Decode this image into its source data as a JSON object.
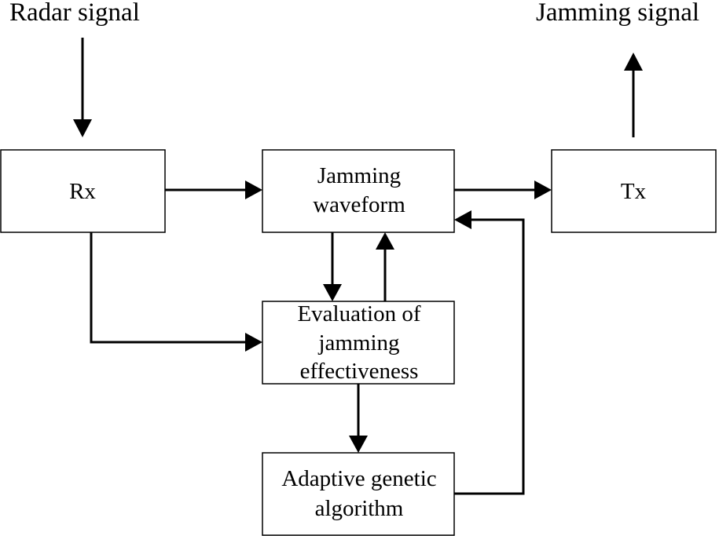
{
  "captions": {
    "input": "Radar signal",
    "output": "Jamming signal"
  },
  "nodes": {
    "rx": {
      "lines": [
        "Rx"
      ]
    },
    "jamming_waveform": {
      "lines": [
        "Jamming",
        "waveform"
      ]
    },
    "tx": {
      "lines": [
        "Tx"
      ]
    },
    "evaluation": {
      "lines": [
        "Evaluation of",
        "jamming",
        "effectiveness"
      ]
    },
    "ga": {
      "lines": [
        "Adaptive genetic",
        "algorithm"
      ]
    }
  },
  "edges": [
    {
      "from": "input",
      "to": "rx"
    },
    {
      "from": "rx",
      "to": "jamming_waveform"
    },
    {
      "from": "jamming_waveform",
      "to": "tx"
    },
    {
      "from": "tx",
      "to": "output"
    },
    {
      "from": "rx",
      "to": "evaluation"
    },
    {
      "from": "jamming_waveform",
      "to": "evaluation"
    },
    {
      "from": "evaluation",
      "to": "jamming_waveform"
    },
    {
      "from": "evaluation",
      "to": "ga"
    },
    {
      "from": "ga",
      "to": "jamming_waveform"
    }
  ]
}
